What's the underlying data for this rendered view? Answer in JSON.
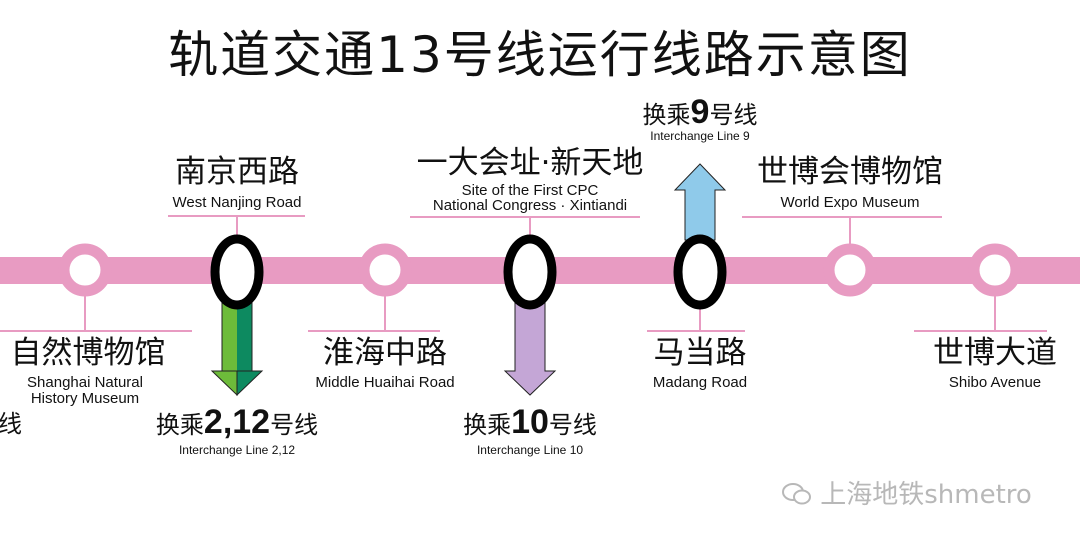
{
  "title": "轨道交通13号线运行线路示意图",
  "colors": {
    "line13": "#e89bc2",
    "line2": "#6dbb3a",
    "line12": "#0d8a60",
    "line10": "#c4a6d6",
    "line9": "#8fcaea",
    "interchange": "#000000"
  },
  "stations": [
    {
      "cn": "自然博物馆",
      "en1": "Shanghai Natural",
      "en2": "History Museum"
    },
    {
      "cn": "南京西路",
      "en1": "West Nanjing Road"
    },
    {
      "cn": "淮海中路",
      "en1": "Middle Huaihai Road"
    },
    {
      "cn": "一大会址·新天地",
      "en1": "Site of the First CPC",
      "en2": "National Congress · Xintiandi"
    },
    {
      "cn": "马当路",
      "en1": "Madang Road"
    },
    {
      "cn": "世博会博物馆",
      "en1": "World Expo Museum"
    },
    {
      "cn": "世博大道",
      "en1": "Shibo Avenue"
    }
  ],
  "partial_left": "线",
  "interchanges": [
    {
      "pre": "换乘",
      "num": "2,12",
      "post": "号线",
      "en": "Interchange Line 2,12"
    },
    {
      "pre": "换乘",
      "num": "10",
      "post": "号线",
      "en": "Interchange Line 10"
    },
    {
      "pre": "换乘",
      "num": "9",
      "post": "号线",
      "en": "Interchange Line 9"
    }
  ],
  "watermark": "上海地铁shmetro"
}
